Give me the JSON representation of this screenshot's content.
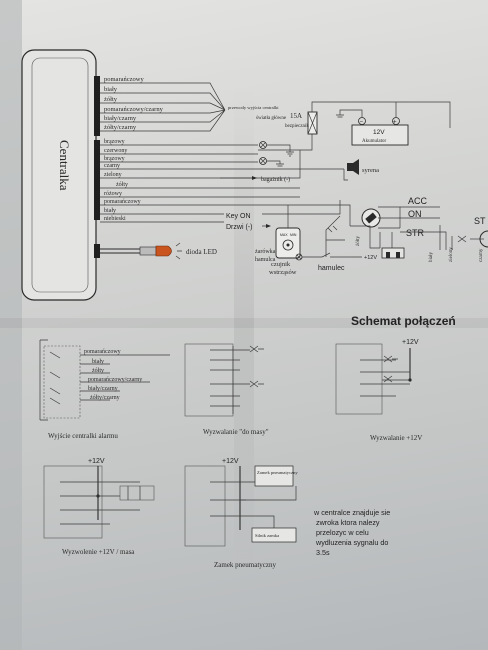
{
  "colors": {
    "paper": "#d8d9d7",
    "ink": "#2a2a2a",
    "led": "#c9541f",
    "fold": "#9da2a6"
  },
  "central": {
    "title": "Centralka"
  },
  "wires_top": [
    "pomarańczowy",
    "biały",
    "żółty",
    "pomarańczowy/czarny",
    "biały/czarny",
    "żółty/czarny"
  ],
  "wires_mid": [
    "brązowy",
    "czerwony",
    "brązowy",
    "czarny",
    "zielony",
    "żółty",
    "różowy",
    "pomarańczowy",
    "biały",
    "niebieski"
  ],
  "labels": {
    "outputs_note": "przewody wyjścia centralki",
    "fuse": "15A",
    "fuse_label": "bezpiecznik",
    "main_lights": "światła główne",
    "battery_voltage": "12V",
    "battery_label": "Akumulator",
    "siren": "syrena",
    "trunk": "bagażnik (-)",
    "key_on": "Key ON",
    "doors": "Drzwi (-)",
    "sensor": "czujnik wstrząsów",
    "led": "dioda LED",
    "brake_bulb": "żarówka hamulca",
    "brake": "hamulec",
    "plus12": "+12V",
    "acc": "ACC",
    "on": "ON",
    "str": "STR",
    "st": "ST",
    "zolty": "żółty",
    "bialy": "biały",
    "zielony": "zielony",
    "czarny": "czarny",
    "sens_max": "MAX",
    "sens_min": "MIN",
    "scheme_title": "Schemat połączeń"
  },
  "panels": [
    {
      "caption": "Wyjście centralki alarmu",
      "wires": [
        "pomarańczowy",
        "biały",
        "żółty",
        "pomarańczowy/czarny",
        "biały/czarny",
        "żółty/czarny"
      ]
    },
    {
      "caption": "Wyzwalanie \"do masy\""
    },
    {
      "caption": "Wyzwalanie +12V",
      "voltage": "+12V"
    },
    {
      "caption": "Wyzwolenie +12V / masa",
      "voltage": "+12V"
    },
    {
      "caption": "Zamek pneumatyczny",
      "voltage": "+12V",
      "box1": "Zamek pneumatyczny",
      "box2": "Silnik zamka"
    }
  ],
  "note": [
    "w centralce znajduje sie",
    "zwroka ktora nalezy",
    "przelozyc w celu",
    "wydluzenia sygnalu do",
    "3.5s"
  ]
}
